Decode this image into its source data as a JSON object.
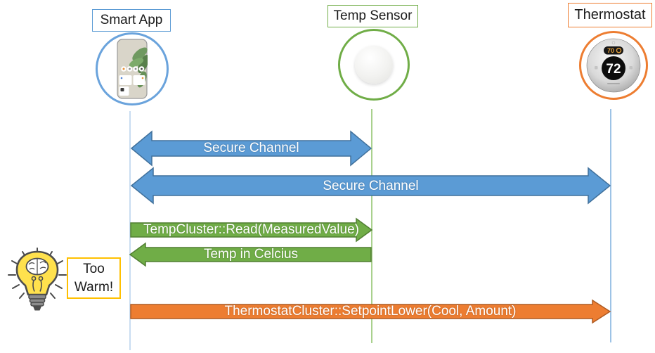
{
  "entities": [
    {
      "label": "Smart App",
      "accent_color": "#5B9BD5",
      "lifeline_color": "#C9DDF1",
      "icon": "smartphone-icon"
    },
    {
      "label": "Temp Sensor",
      "accent_color": "#70AD47",
      "lifeline_color": "#A9D18E",
      "icon": "temp-sensor-puck-icon"
    },
    {
      "label": "Thermostat",
      "accent_color": "#ED7D31",
      "lifeline_color": "#9DC3E6",
      "icon": "thermostat-dial-icon",
      "display_main": "72",
      "display_small": "70"
    }
  ],
  "messages": [
    {
      "label": "Secure Channel",
      "from": "Smart App",
      "to": "Temp Sensor",
      "direction": "bidirectional",
      "color": "#5B9BD5"
    },
    {
      "label": "Secure Channel",
      "from": "Smart App",
      "to": "Thermostat",
      "direction": "bidirectional",
      "color": "#5B9BD5"
    },
    {
      "label": "TempCluster::Read(MeasuredValue)",
      "from": "Smart App",
      "to": "Temp Sensor",
      "direction": "right",
      "color": "#70AD47"
    },
    {
      "label": "Temp in Celcius",
      "from": "Temp Sensor",
      "to": "Smart App",
      "direction": "left",
      "color": "#70AD47"
    },
    {
      "label": "ThermostatCluster::SetpointLower(Cool, Amount)",
      "from": "Smart App",
      "to": "Thermostat",
      "direction": "right",
      "color": "#ED7D31"
    }
  ],
  "note": {
    "text": "Too Warm!",
    "border_color": "#FFC000",
    "icon": "lightbulb-brain-icon"
  }
}
